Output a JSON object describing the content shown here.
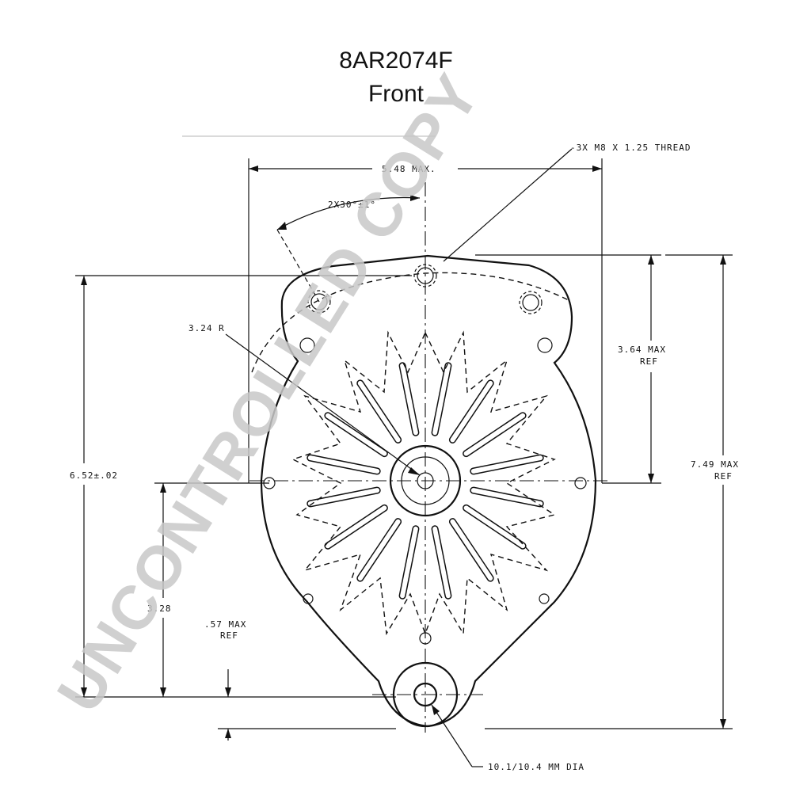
{
  "title": {
    "model": "8AR2074F",
    "view": "Front"
  },
  "watermark": "UNCONTROLLED COPY",
  "dimensions": {
    "overall_width": "5.48 MAX.",
    "thread": "-3X M8 X 1.25 THREAD",
    "angle": "2X30°±1°",
    "radius": "3.24 R",
    "upper_height_line1": "3.64 MAX",
    "upper_height_line2": "REF",
    "overall_height_line1": "7.49 MAX",
    "overall_height_line2": "REF",
    "mount_height": "6.52±.02",
    "lower_height": "3.28",
    "offset_line1": ".57 MAX",
    "offset_line2": "REF",
    "bore_dia": "10.1/10.4 MM DIA"
  }
}
